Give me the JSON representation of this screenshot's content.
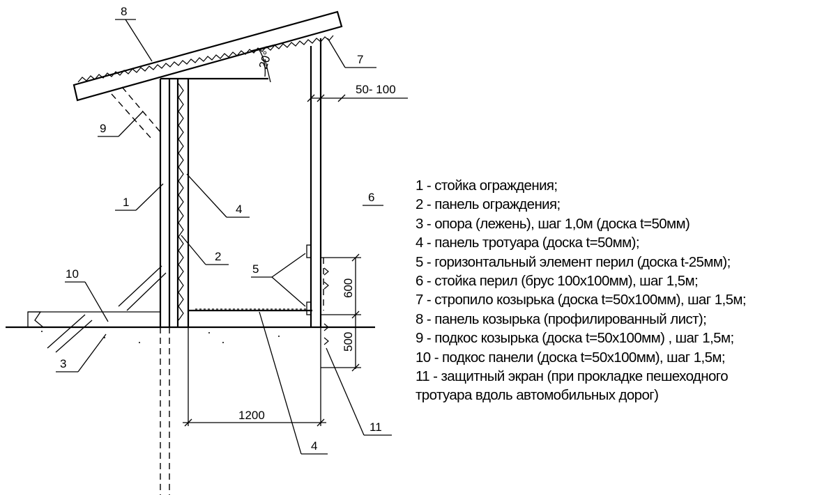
{
  "callouts": {
    "c1": "1",
    "c2": "2",
    "c3": "3",
    "c4a": "4",
    "c4b": "4",
    "c5": "5",
    "c6": "6",
    "c7": "7",
    "c8": "8",
    "c9": "9",
    "c10": "10",
    "c11": "11"
  },
  "dimensions": {
    "angle": "20°",
    "gap": "50- 100",
    "rail_upper": "600",
    "rail_lower": "500",
    "walkway_width": "1200"
  },
  "legend": [
    "1 - стойка ограждения;",
    "2 - панель ограждения;",
    "3 - опора (лежень), шаг 1,0м (доска t=50мм)",
    "4 - панель тротуара (доска t=50мм);",
    "5 - горизонтальный элемент перил (доска t-25мм);",
    "6 - стойка перил (брус 100х100мм), шаг 1,5м;",
    "7 - стропило козырька (доска t=50х100мм), шаг 1,5м;",
    "8 - панель козырька (профилированный лист);",
    "9 - подкос козырька (доска t=50х100мм) , шаг 1,5м;",
    "10 - подкос панели (доска t=50х100мм), шаг 1,5м;",
    "11 - защитный экран (при прокладке пешеходного",
    "тротуара вдоль автомобильных дорог)"
  ]
}
